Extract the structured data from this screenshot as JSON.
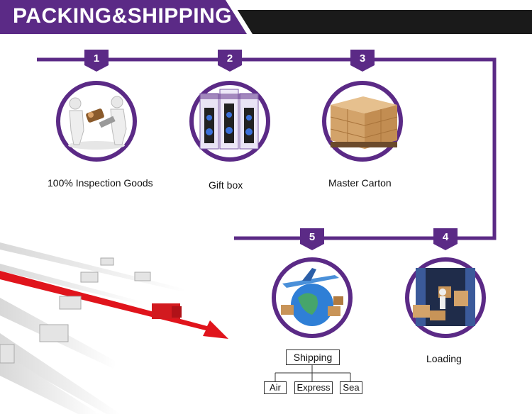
{
  "banner": {
    "title": "PACKING&SHIPPING"
  },
  "steps": [
    {
      "number": "1",
      "caption": "100% Inspection Goods"
    },
    {
      "number": "2",
      "caption": "Gift box"
    },
    {
      "number": "3",
      "caption": "Master Carton"
    },
    {
      "number": "4",
      "caption": "Loading"
    },
    {
      "number": "5",
      "caption": ""
    }
  ],
  "shipping": {
    "label": "Shipping",
    "options": [
      "Air",
      "Express",
      "Sea"
    ]
  },
  "colors": {
    "accent": "#5b2a86",
    "banner_dark": "#1a1a1a",
    "arrow_red": "#e0141c"
  }
}
